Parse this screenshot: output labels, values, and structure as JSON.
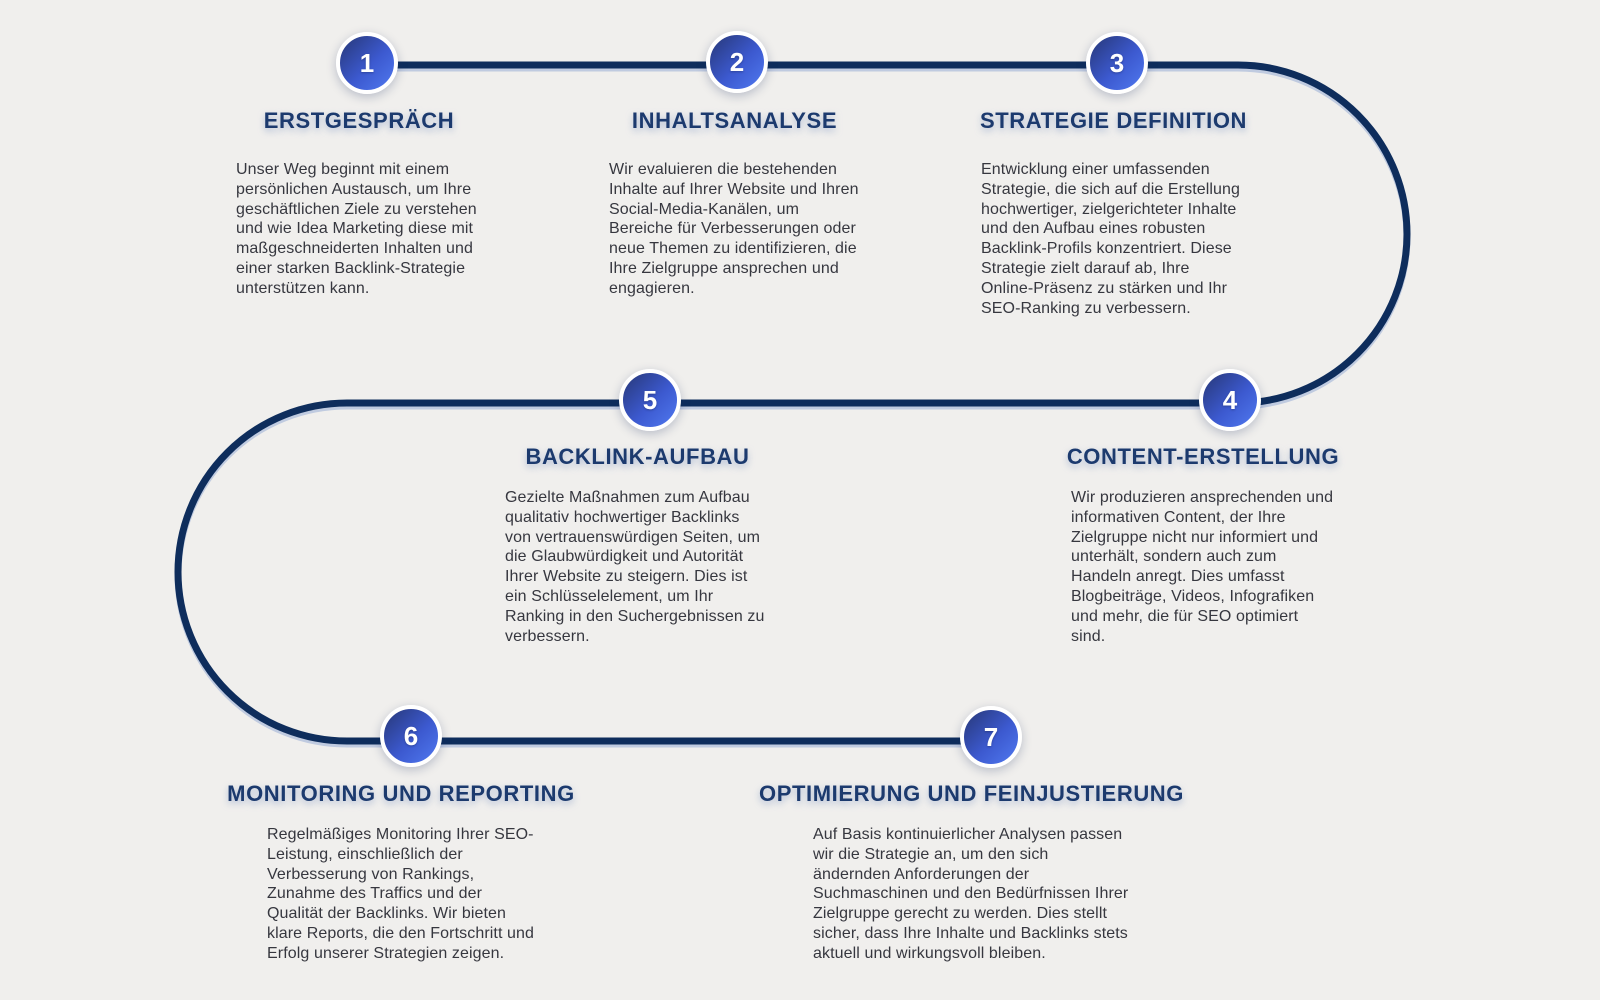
{
  "colors": {
    "background": "#f0efed",
    "line": "#0e2d5c",
    "line_shadow": "#b7c4dd",
    "heading": "#1c3a6e",
    "body_text": "#36373f",
    "circle_grad_start": "#273776",
    "circle_grad_mid": "#3c59cf",
    "circle_grad_end": "#5079f0"
  },
  "steps": [
    {
      "number": "1",
      "title": "ERSTGESPRÄCH",
      "body": "Unser Weg beginnt mit einem persönlichen Austausch, um Ihre geschäftlichen Ziele zu verstehen und wie Idea Marketing diese mit maßgeschneiderten Inhalten und einer starken Backlink-Strategie unterstützen kann."
    },
    {
      "number": "2",
      "title": "INHALTSANALYSE",
      "body": "Wir evaluieren die bestehenden Inhalte auf Ihrer Website und Ihren Social-Media-Kanälen, um Bereiche für Verbesserungen oder neue Themen zu identifizieren, die Ihre Zielgruppe ansprechen und engagieren."
    },
    {
      "number": "3",
      "title": "STRATEGIE DEFINITION",
      "body": "Entwicklung einer umfassenden Strategie, die sich auf die Erstellung hochwertiger, zielgerichteter Inhalte und den Aufbau eines robusten Backlink-Profils konzentriert. Diese Strategie zielt darauf ab, Ihre Online-Präsenz zu stärken und Ihr SEO-Ranking zu verbessern."
    },
    {
      "number": "4",
      "title": "CONTENT-ERSTELLUNG",
      "body": "Wir produzieren ansprechenden und informativen Content, der Ihre Zielgruppe nicht nur informiert und unterhält, sondern auch zum Handeln anregt. Dies umfasst Blogbeiträge, Videos, Infografiken und mehr, die für SEO optimiert sind."
    },
    {
      "number": "5",
      "title": "BACKLINK-AUFBAU",
      "body": "Gezielte Maßnahmen zum Aufbau qualitativ hochwertiger Backlinks von vertrauenswürdigen Seiten, um die Glaubwürdigkeit und Autorität Ihrer Website zu steigern. Dies ist ein Schlüsselelement, um Ihr Ranking in den Suchergebnissen zu verbessern."
    },
    {
      "number": "6",
      "title": "MONITORING UND REPORTING",
      "body": "Regelmäßiges Monitoring Ihrer SEO-Leistung, einschließlich der Verbesserung von Rankings, Zunahme des Traffics und der Qualität der Backlinks. Wir bieten klare Reports, die den Fortschritt und Erfolg unserer Strategien zeigen."
    },
    {
      "number": "7",
      "title": "OPTIMIERUNG UND FEINJUSTIERUNG",
      "body": "Auf Basis kontinuierlicher Analysen passen wir die Strategie an, um den sich ändernden Anforderungen der Suchmaschinen und den Bedürfnissen Ihrer Zielgruppe gerecht zu werden. Dies stellt sicher, dass Ihre Inhalte und Backlinks stets aktuell und wirkungsvoll bleiben."
    }
  ]
}
